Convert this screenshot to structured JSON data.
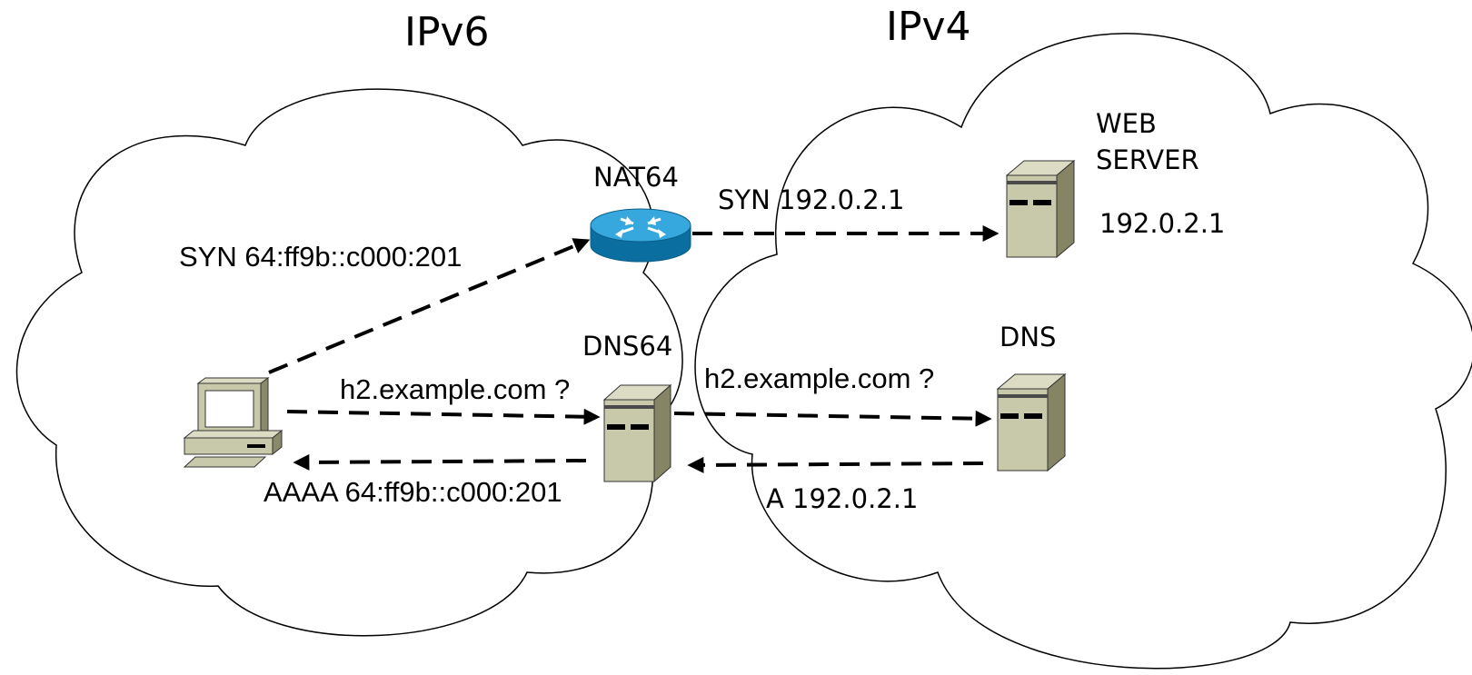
{
  "diagram": {
    "titles": {
      "ipv6": "IPv6",
      "ipv4": "IPv4"
    },
    "nodes": {
      "nat64": "NAT64",
      "dns64": "DNS64",
      "dns": "DNS",
      "web_server_line1": "WEB",
      "web_server_line2": "SERVER",
      "web_server_ip": "192.0.2.1"
    },
    "messages": {
      "syn_ipv6": "SYN 64:ff9b::c000:201",
      "syn_ipv4": "SYN 192.0.2.1",
      "query_ipv6": "h2.example.com ?",
      "query_ipv4": "h2.example.com ?",
      "aaaa_reply": "AAAA 64:ff9b::c000:201",
      "a_reply": "A 192.0.2.1"
    }
  }
}
